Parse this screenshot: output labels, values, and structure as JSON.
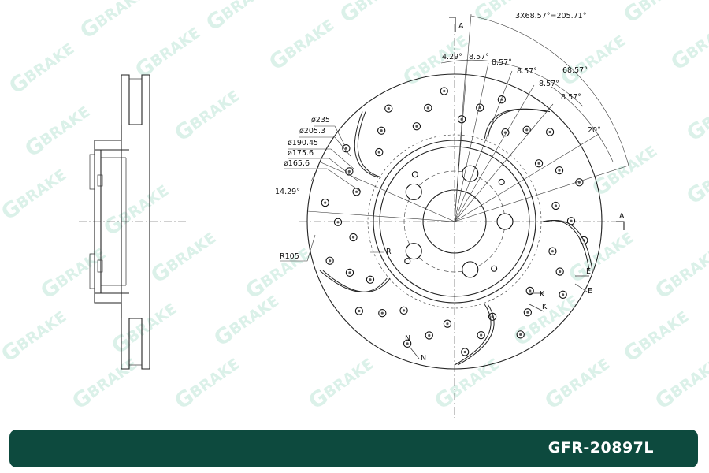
{
  "watermark": {
    "text": "BRAKE",
    "mark": "G"
  },
  "drawing": {
    "angles": {
      "total": "3X68.57°=205.71°",
      "first": "4.29°",
      "step1": "8.57°",
      "step2": "8.57°",
      "step3": "8.57°",
      "step4": "8.57°",
      "step5": "8.57°",
      "sector": "68.57°",
      "offset": "20°",
      "left": "14.29°"
    },
    "diameters": [
      "ø235",
      "ø205.3",
      "ø190.45",
      "ø175.6",
      "ø165.6"
    ],
    "radius_label": "R105",
    "r_label": "R",
    "section_marks": {
      "top": "A",
      "right": "A"
    },
    "markers": {
      "e_top": "E",
      "e_bottom": "E",
      "k_top": "K",
      "k_bottom": "K",
      "n_top": "N",
      "n_bottom": "N"
    }
  },
  "footer": {
    "part_number": "GFR-20897L"
  },
  "colors": {
    "footer_bg": "#0d4a3e",
    "watermark": "#bfe6d8",
    "line": "#222222"
  }
}
